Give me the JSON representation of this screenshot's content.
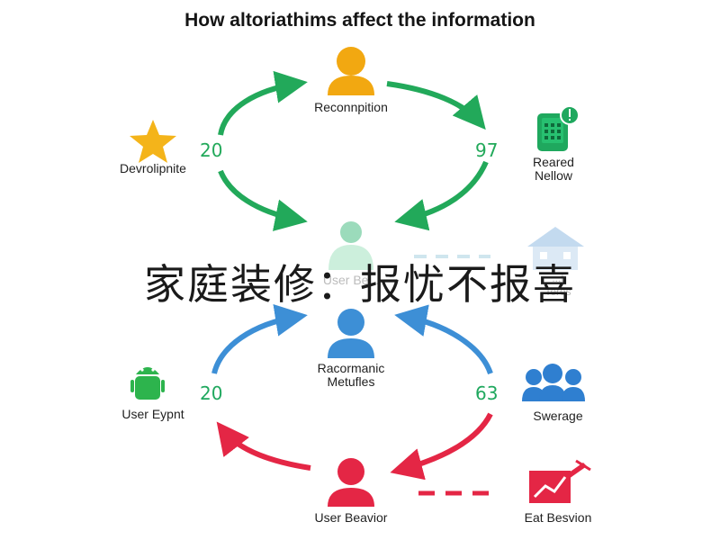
{
  "title": "How altoriathims affect the information",
  "overlay_text": "家庭装修：报忧不报喜",
  "colors": {
    "green": "#22a95a",
    "blue": "#3d8fd6",
    "red": "#e42645",
    "orange": "#f2a811",
    "star": "#f4b41a"
  },
  "nodes": {
    "top_person": "Reconnpition",
    "star": "Devrolipnite",
    "phone": "Reared\nNellow",
    "middle_partial": "User Be...",
    "right_partial": "...t\nTeres",
    "center_person": "Racormanic\nMetufles",
    "android": "User Eypnt",
    "group": "Swerage",
    "bottom_person": "User Beavior",
    "chart": "Eat Besvion"
  },
  "numbers": {
    "top_left": "20",
    "top_right": "97",
    "bottom_left": "20",
    "bottom_right": "63"
  },
  "icons": [
    "person-icon",
    "star-icon",
    "phone-icon",
    "house-icon",
    "android-icon",
    "group-icon",
    "chart-icon"
  ]
}
